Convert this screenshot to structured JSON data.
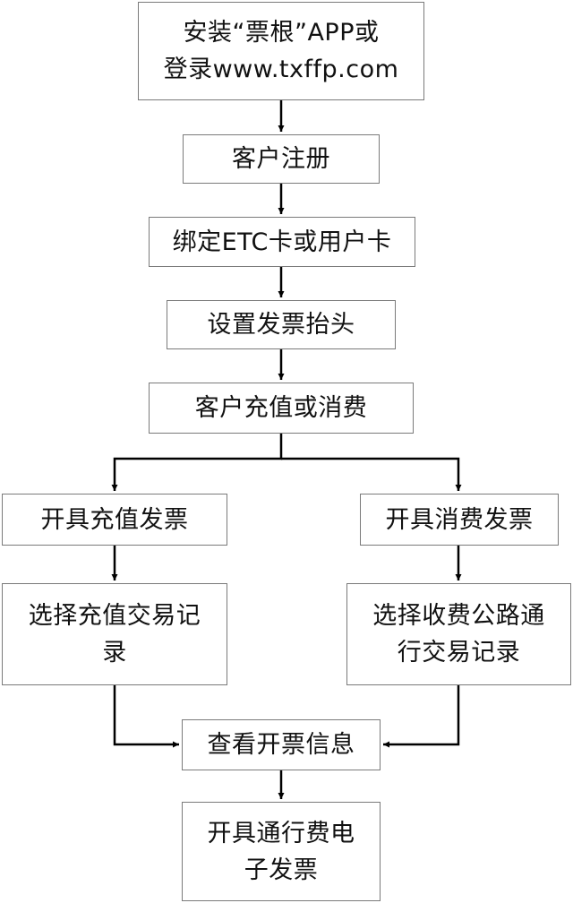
{
  "nodes": {
    "install": {
      "lines": [
        "安装“票根”APP或",
        "登录www.txffp.com"
      ]
    },
    "register": {
      "text": "客户注册"
    },
    "bind": {
      "text": "绑定ETC卡或用户卡"
    },
    "set_header": {
      "text": "设置发票抬头"
    },
    "recharge_consume": {
      "text": "客户充值或消费"
    },
    "issue_recharge": {
      "text": "开具充值发票"
    },
    "issue_consume": {
      "text": "开具消费发票"
    },
    "select_recharge": {
      "lines": [
        "选择充值交易记",
        "录"
      ]
    },
    "select_toll": {
      "lines": [
        "选择收费公路通",
        "行交易记录"
      ]
    },
    "view_info": {
      "text": "查看开票信息"
    },
    "issue_e_invoice": {
      "lines": [
        "开具通行费电",
        "子发票"
      ]
    }
  }
}
